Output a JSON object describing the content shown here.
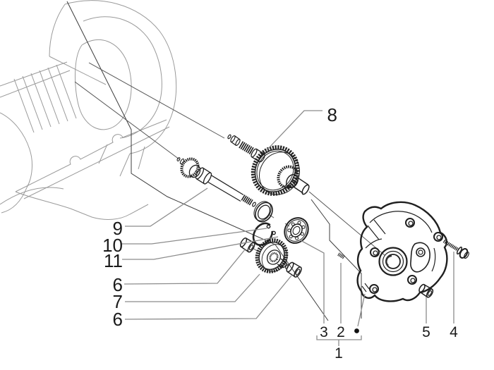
{
  "diagram": {
    "kind": "exploded-parts-diagram",
    "background_color": "#ffffff",
    "part_line_color": "#1f1f1f",
    "case_line_color": "#9a9a9a",
    "leader_line_color": "#8c8c8c",
    "label_color": "#1a1a1a",
    "callouts": {
      "c8": {
        "ref": "8",
        "part": "driven-gear-shaft-assembly"
      },
      "c9": {
        "ref": "9",
        "part": "drive-pinion-shaft"
      },
      "c10": {
        "ref": "10",
        "part": "shim-washer"
      },
      "c11": {
        "ref": "11",
        "part": "circlip"
      },
      "c6a": {
        "ref": "6",
        "part": "spacer-bush-front"
      },
      "c7": {
        "ref": "7",
        "part": "intermediate-gear"
      },
      "c6b": {
        "ref": "6",
        "part": "spacer-bush-rear"
      },
      "c3": {
        "ref": "3",
        "part": "ball-bearing"
      },
      "c2": {
        "ref": "2",
        "part": "stud"
      },
      "c1": {
        "ref": "1",
        "part": "reduction-cover-assembly"
      },
      "c5": {
        "ref": "5",
        "part": "dowel-bush"
      },
      "c4": {
        "ref": "4",
        "part": "flange-bolt"
      }
    }
  }
}
